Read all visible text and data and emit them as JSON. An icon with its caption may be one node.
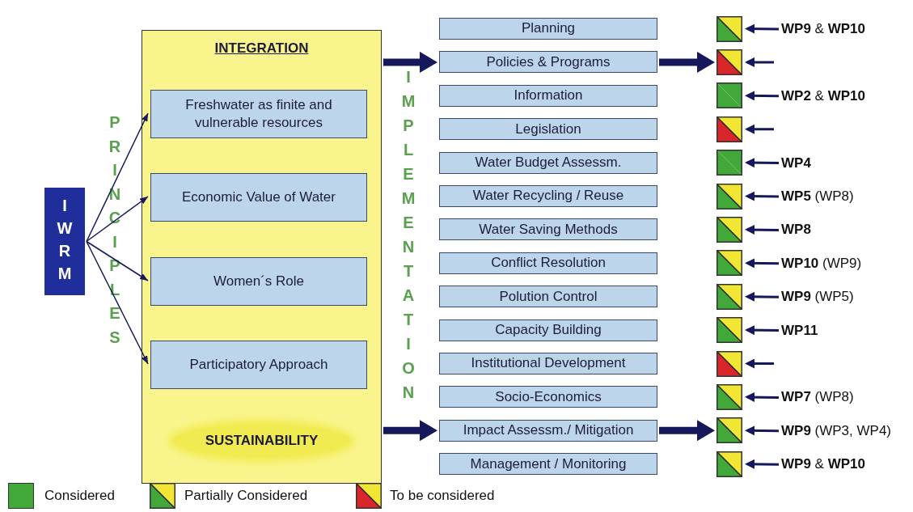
{
  "diagram": {
    "nodes": [
      {
        "text": [
          "IWRM"
        ]
      },
      {
        "text": [
          "INTEGRATION",
          "SUSTAINABILITY"
        ]
      },
      {
        "text": [
          "Freshwater as finite and vulnerable resources"
        ],
        "in": 1
      },
      {
        "text": [
          "Economic Value of Water"
        ],
        "in": 1
      },
      {
        "text": [
          "Women´s Role"
        ],
        "in": 1
      },
      {
        "text": [
          "Participatory Approach"
        ],
        "in": 1
      },
      {
        "text": [
          "Planning"
        ]
      },
      {
        "text": [
          "Policies & Programs"
        ]
      },
      {
        "text": [
          "Information"
        ]
      },
      {
        "text": [
          "Legislation"
        ]
      },
      {
        "text": [
          "Water Budget Assessm."
        ]
      },
      {
        "text": [
          "Water Recycling / Reuse"
        ]
      },
      {
        "text": [
          "Water Saving Methods"
        ]
      },
      {
        "text": [
          "Conflict Resolution"
        ]
      },
      {
        "text": [
          "Polution Control"
        ]
      },
      {
        "text": [
          "Capacity Building"
        ]
      },
      {
        "text": [
          "Institutional Development"
        ]
      },
      {
        "text": [
          "Socio-Economics"
        ]
      },
      {
        "text": [
          "Impact Assessm./ Mitigation"
        ]
      },
      {
        "text": [
          "Management / Monitoring"
        ]
      },
      {
        "text": [],
        "shape": "box"
      },
      {
        "text": [],
        "shape": "box"
      },
      {
        "text": [],
        "shape": "box"
      },
      {
        "text": [],
        "shape": "box"
      },
      {
        "text": [],
        "shape": "box"
      },
      {
        "text": [],
        "shape": "box"
      },
      {
        "text": [],
        "shape": "box"
      },
      {
        "text": [],
        "shape": "box"
      },
      {
        "text": [],
        "shape": "box"
      },
      {
        "text": [],
        "shape": "box"
      },
      {
        "text": [],
        "shape": "box"
      },
      {
        "text": [],
        "shape": "box"
      },
      {
        "text": [],
        "shape": "box"
      },
      {
        "text": [],
        "shape": "box"
      },
      {
        "text": [
          "**WP9** & **WP10**"
        ]
      },
      {
        "text": [
          "**WP2** & **WP10**"
        ]
      },
      {
        "text": [
          "**WP4**"
        ]
      },
      {
        "text": [
          "**WP5** (WP8)"
        ]
      },
      {
        "text": [
          "**WP8**"
        ]
      },
      {
        "text": [
          "**WP10** (WP9)"
        ]
      },
      {
        "text": [
          "**WP9** (WP5)"
        ]
      },
      {
        "text": [
          "**WP11**"
        ]
      },
      {
        "text": [
          "**WP7** (WP8)"
        ]
      },
      {
        "text": [
          "**WP9** (WP3, WP4)"
        ]
      },
      {
        "text": [
          "**WP9** & **WP10**"
        ]
      }
    ],
    "edges": [
      {
        "from": 0,
        "to": 2,
        "arrow": "to"
      },
      {
        "from": 0,
        "to": 3,
        "arrow": "to"
      },
      {
        "from": 0,
        "to": 4,
        "arrow": "to"
      },
      {
        "from": 0,
        "to": 5,
        "arrow": "to"
      },
      {
        "from": 1,
        "to": 7,
        "arrow": "to",
        "style": "thick"
      },
      {
        "from": 1,
        "to": 18,
        "arrow": "to",
        "style": "thick"
      },
      {
        "from": 7,
        "to": 21,
        "arrow": "to",
        "style": "thick"
      },
      {
        "from": 18,
        "to": 32,
        "arrow": "to",
        "style": "thick"
      },
      {
        "from": 34,
        "to": 20,
        "arrow": "to"
      },
      {
        "from": null,
        "to": 21,
        "arrow": "to"
      },
      {
        "from": 35,
        "to": 22,
        "arrow": "to"
      },
      {
        "from": null,
        "to": 23,
        "arrow": "to"
      },
      {
        "from": 36,
        "to": 24,
        "arrow": "to"
      },
      {
        "from": 37,
        "to": 25,
        "arrow": "to"
      },
      {
        "from": 38,
        "to": 26,
        "arrow": "to"
      },
      {
        "from": 39,
        "to": 27,
        "arrow": "to"
      },
      {
        "from": 40,
        "to": 28,
        "arrow": "to"
      },
      {
        "from": 41,
        "to": 29,
        "arrow": "to"
      },
      {
        "from": null,
        "to": 30,
        "arrow": "to"
      },
      {
        "from": 42,
        "to": 31,
        "arrow": "to"
      },
      {
        "from": 43,
        "to": 32,
        "arrow": "to"
      },
      {
        "from": 44,
        "to": 33,
        "arrow": "to"
      }
    ],
    "labels": [
      "PRINCIPLES",
      "IMPLEMENTATION"
    ],
    "legend": [
      {
        "text": "Considered",
        "color": "#43a83a"
      },
      {
        "text": "Partially Considered"
      },
      {
        "text": "To be considered"
      }
    ]
  }
}
